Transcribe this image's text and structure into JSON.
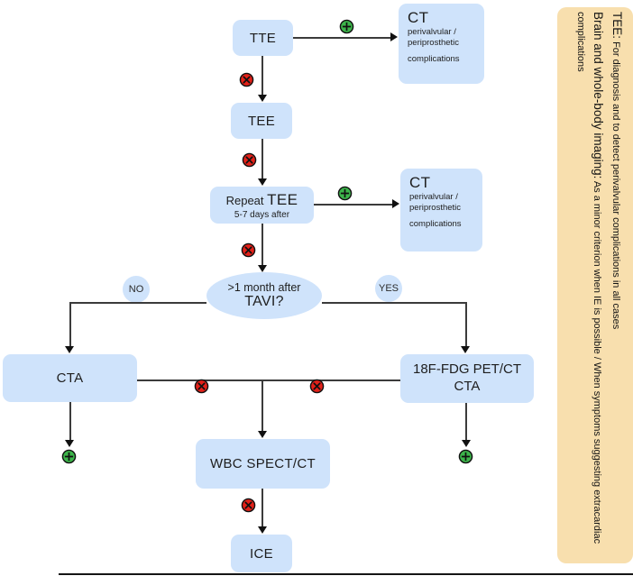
{
  "colors": {
    "node_fill": "#cfe3fb",
    "sidebar_fill": "#f8dfae",
    "positive_green": "#3cb44a",
    "negative_red": "#e32119",
    "line": "#3b3b3b"
  },
  "icons": {
    "positive": "plus-circle-icon",
    "negative": "x-circle-icon"
  },
  "flowchart": {
    "tte": {
      "label": "TTE"
    },
    "ct": {
      "title": "CT",
      "desc_line1": "perivalvular /",
      "desc_line2": "periprosthetic",
      "desc_line3": "complications"
    },
    "tee": {
      "label": "TEE"
    },
    "repeat_tee": {
      "prefix": "Repeat",
      "main": "TEE",
      "sub": "5-7 days after"
    },
    "decision": {
      "line1": ">1 month after",
      "line2": "TAVI?"
    },
    "branch_no": "NO",
    "branch_yes": "YES",
    "cta": {
      "label": "CTA"
    },
    "pet_ct": {
      "line1": "18F-FDG PET/CT",
      "line2": "CTA"
    },
    "wbc": {
      "label": "WBC SPECT/CT"
    },
    "ice": {
      "label": "ICE"
    }
  },
  "sidebar_note": {
    "tee_term": "TEE:",
    "tee_definition": "For diagnosis and to detect perivalvular complications in all cases",
    "brain_term": "Brain and whole-body imaging:",
    "brain_definition": "As a minor criterion when IE is possible / When symptoms suggesting extracardiac complications"
  }
}
